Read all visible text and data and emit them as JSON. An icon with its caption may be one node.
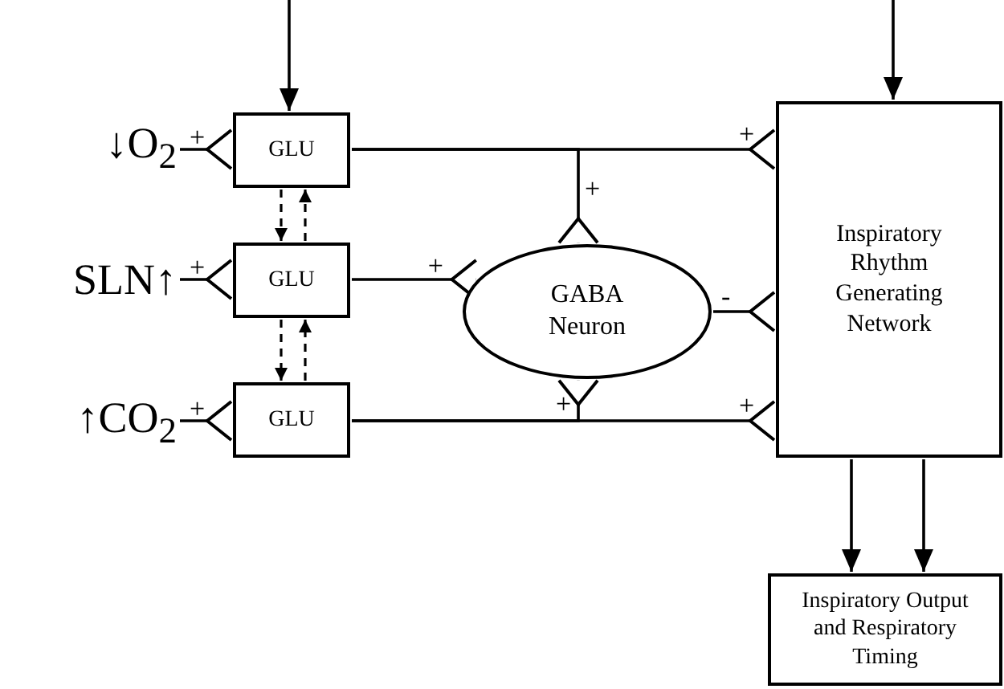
{
  "diagram": {
    "nodes": [
      {
        "text": [
          "↓O$_{2}$"
        ]
      },
      {
        "text": [
          "SLN↑"
        ]
      },
      {
        "text": [
          "↑CO$_{2}$"
        ]
      },
      {
        "text": [
          "GLU"
        ]
      },
      {
        "text": [
          "GLU"
        ]
      },
      {
        "text": [
          "GLU"
        ]
      },
      {
        "text": [
          "GABA Neuron"
        ]
      },
      {
        "text": [
          "Inspiratory Rhythm Generating Network"
        ]
      },
      {
        "text": [
          "Inspiratory Output and Respiratory Timing"
        ]
      }
    ],
    "edges": [
      {
        "from": null,
        "to": 3,
        "arrow": "to"
      },
      {
        "from": null,
        "to": 7,
        "arrow": "to"
      },
      {
        "from": 0,
        "to": 3,
        "arrow": "other",
        "label": "+"
      },
      {
        "from": 1,
        "to": 4,
        "arrow": "other",
        "label": "+"
      },
      {
        "from": 2,
        "to": 5,
        "arrow": "other",
        "label": "+"
      },
      {
        "from": 3,
        "to": 4,
        "arrow": "to",
        "style": "dashed"
      },
      {
        "from": 4,
        "to": 3,
        "arrow": "to",
        "style": "dashed"
      },
      {
        "from": 4,
        "to": 5,
        "arrow": "to",
        "style": "dashed"
      },
      {
        "from": 5,
        "to": 4,
        "arrow": "to",
        "style": "dashed"
      },
      {
        "from": 3,
        "to": 7,
        "arrow": "other",
        "label": "+"
      },
      {
        "from": 3,
        "to": 6,
        "arrow": "other",
        "label": "+"
      },
      {
        "from": 4,
        "to": 6,
        "arrow": "other",
        "label": "+"
      },
      {
        "from": 6,
        "to": 7,
        "arrow": "other",
        "label": "-"
      },
      {
        "from": 5,
        "to": 6,
        "arrow": "other",
        "label": "+"
      },
      {
        "from": 5,
        "to": 7,
        "arrow": "other",
        "label": "+"
      },
      {
        "from": 7,
        "to": 8,
        "arrow": "to"
      },
      {
        "from": 7,
        "to": 8,
        "arrow": "to"
      }
    ]
  }
}
